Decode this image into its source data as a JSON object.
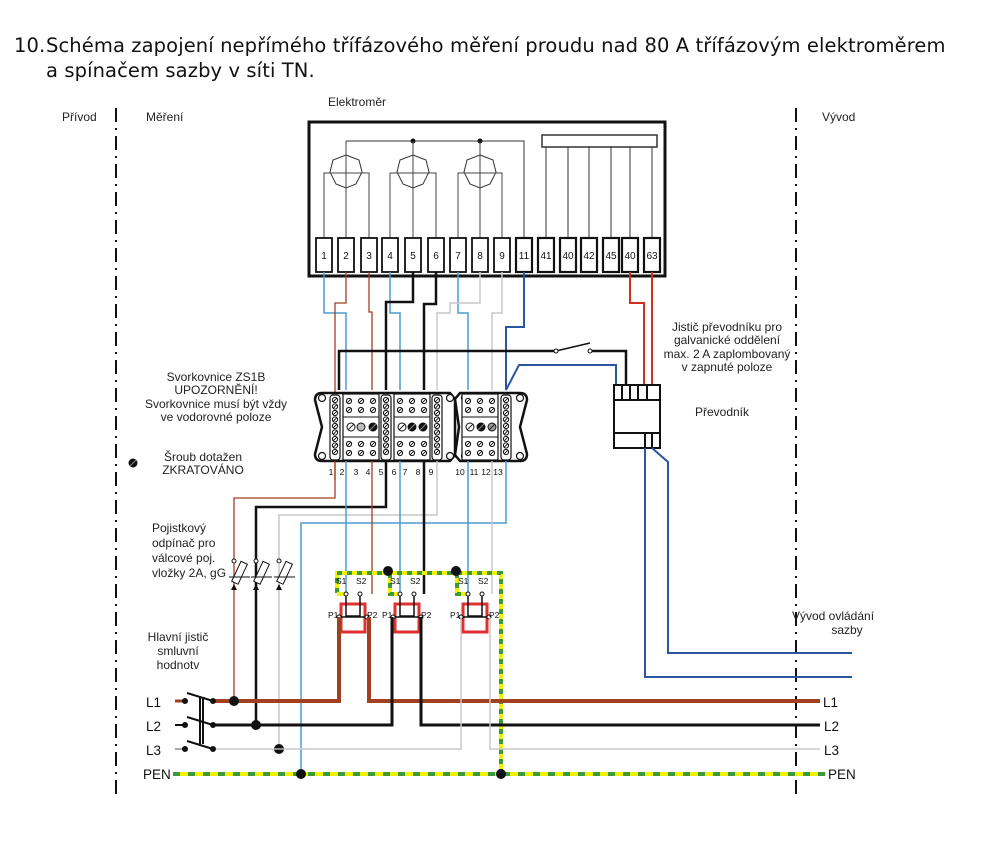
{
  "title": {
    "number": "10.",
    "line1": "Schéma zapojení nepřímého třífázového měření proudu nad 80 A třífázovým elektroměrem",
    "line2": "a spínačem sazby v síti TN."
  },
  "zones": {
    "privod": "Přívod",
    "mereni": "Měření",
    "vyvod": "Vývod"
  },
  "meter": {
    "label": "Elektroměr",
    "terminals": [
      "1",
      "2",
      "3",
      "4",
      "5",
      "6",
      "7",
      "8",
      "9",
      "11",
      "41",
      "40",
      "42",
      "45",
      "40",
      "63"
    ]
  },
  "terminal_block": {
    "label_lines": [
      "Svorkovnice ZS1B",
      "UPOZORNĚNÍ!",
      "Svorkovnice musí být vždy",
      "ve vodorovné poloze"
    ],
    "terminals": [
      "1",
      "2",
      "3",
      "4",
      "5",
      "6",
      "7",
      "8",
      "9",
      "10",
      "11",
      "12",
      "13"
    ]
  },
  "screw_legend": {
    "lines": [
      "Šroub dotažen",
      "ZKRATOVÁNO"
    ]
  },
  "fuse_disconnector": {
    "label_lines": [
      "Pojistkový",
      "odpínač pro",
      "válcové poj.",
      "vložky 2A, gG"
    ]
  },
  "main_breaker": {
    "label_lines": [
      "Hlavní jistič",
      "smluvní",
      "hodnotv"
    ]
  },
  "converter_breaker": {
    "label_lines": [
      "Jistič převodníku pro",
      "galvanické oddělení",
      "max. 2 A zaplombovaný",
      "v zapnuté poloze"
    ]
  },
  "converter": {
    "label": "Převodník"
  },
  "current_transformers": {
    "secondary": [
      "S1",
      "S2"
    ],
    "primary": [
      "P1",
      "P2"
    ],
    "count": 3
  },
  "tariff_output": {
    "label_lines": [
      "Vývod ovládání",
      "sazby"
    ]
  },
  "phases_in": [
    "L1",
    "L2",
    "L3",
    "PEN"
  ],
  "phases_out": [
    "L1",
    "L2",
    "L3",
    "PEN"
  ],
  "colors": {
    "L1": "#a0401f",
    "L2": "#111111",
    "L3": "#c0c0c0",
    "measure_blue": "#4f9bd0",
    "control_blue": "#2b55a0",
    "pen_yellow": "#f2f200",
    "pen_green": "#3c9a3c",
    "ct_red": "#e03030",
    "meter_red": "#d03020"
  }
}
